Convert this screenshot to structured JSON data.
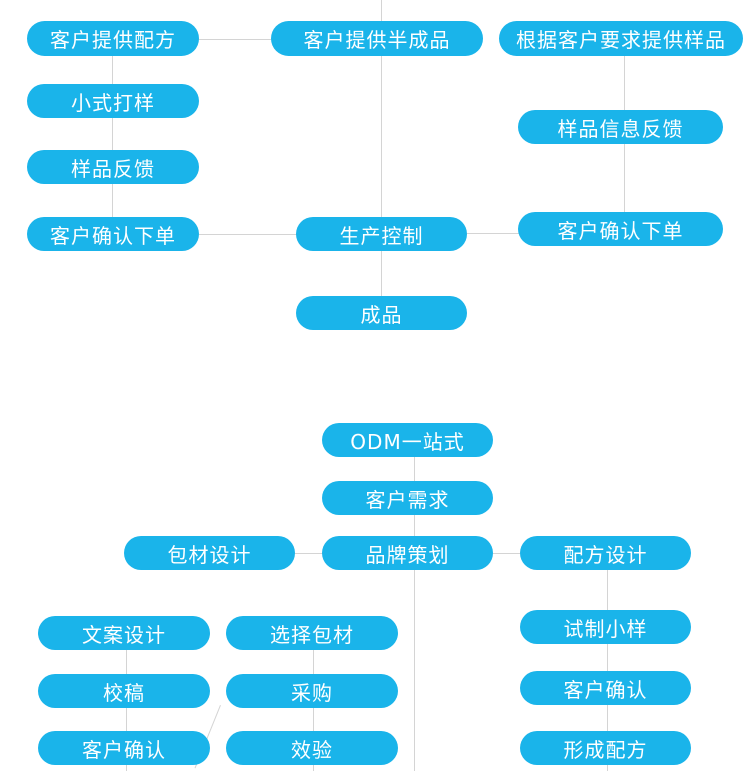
{
  "colors": {
    "node_fill": "#1ab4ea",
    "node_text": "#ffffff",
    "connector": "#d4d4d4",
    "background": "#ffffff"
  },
  "flow_top": {
    "col_left": {
      "customer_formula": "客户提供配方",
      "small_sample": "小式打样",
      "sample_feedback": "样品反馈",
      "confirm_order": "客户确认下单"
    },
    "col_mid": {
      "semi_finished": "客户提供半成品",
      "production_control": "生产控制",
      "finished_product": "成品"
    },
    "col_right": {
      "custom_sample": "根据客户要求提供样品",
      "sample_info_feedback": "样品信息反馈",
      "confirm_order": "客户确认下单"
    }
  },
  "flow_odm": {
    "root": "ODM一站式",
    "requirement": "客户需求",
    "brand_planning": "品牌策划",
    "packaging_design": "包材设计",
    "formula_design": "配方设计",
    "copywriting": "文案设计",
    "proofread": "校稿",
    "copy_confirm": "客户确认",
    "select_packaging": "选择包材",
    "purchase": "采购",
    "inspection": "效验",
    "trial_sample": "试制小样",
    "formula_confirm": "客户确认",
    "final_formula": "形成配方"
  }
}
